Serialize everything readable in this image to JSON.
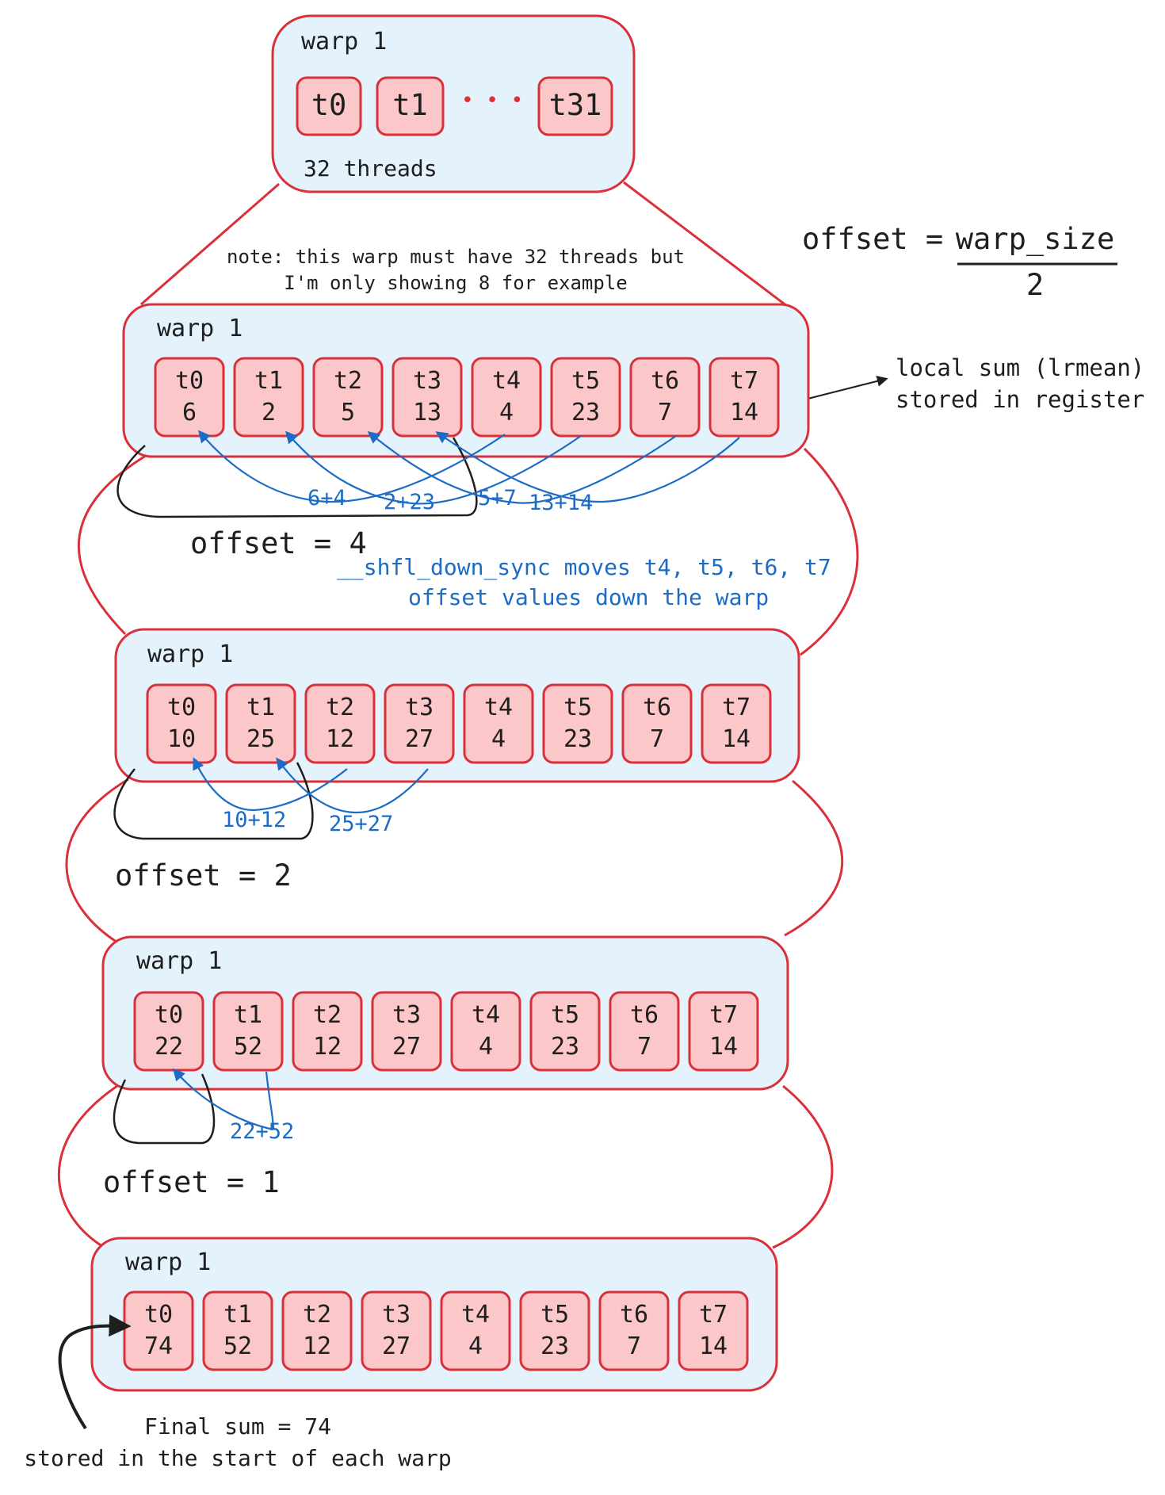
{
  "colors": {
    "red": "#d9303a",
    "box_fill": "#e3f2fb",
    "cell_fill": "#fbc7c8",
    "blue": "#1c6cc6",
    "black": "#1e1e1e"
  },
  "top_warp": {
    "title": "warp 1",
    "threads": [
      "t0",
      "t1",
      "t31"
    ],
    "ellipsis": "• • •",
    "caption": "32 threads"
  },
  "note": {
    "line1": "note: this warp must have 32 threads but",
    "line2": "I'm only showing 8 for example"
  },
  "formula": {
    "lhs": "offset =",
    "numerator": "warp_size",
    "denominator": "2"
  },
  "register_note": {
    "line1": "local sum (lrmean)",
    "line2": "stored in register"
  },
  "warps": [
    {
      "title": "warp 1",
      "cells": [
        {
          "name": "t0",
          "value": "6"
        },
        {
          "name": "t1",
          "value": "2"
        },
        {
          "name": "t2",
          "value": "5"
        },
        {
          "name": "t3",
          "value": "13"
        },
        {
          "name": "t4",
          "value": "4"
        },
        {
          "name": "t5",
          "value": "23"
        },
        {
          "name": "t6",
          "value": "7"
        },
        {
          "name": "t7",
          "value": "14"
        }
      ]
    },
    {
      "title": "warp 1",
      "cells": [
        {
          "name": "t0",
          "value": "10"
        },
        {
          "name": "t1",
          "value": "25"
        },
        {
          "name": "t2",
          "value": "12"
        },
        {
          "name": "t3",
          "value": "27"
        },
        {
          "name": "t4",
          "value": "4"
        },
        {
          "name": "t5",
          "value": "23"
        },
        {
          "name": "t6",
          "value": "7"
        },
        {
          "name": "t7",
          "value": "14"
        }
      ]
    },
    {
      "title": "warp 1",
      "cells": [
        {
          "name": "t0",
          "value": "22"
        },
        {
          "name": "t1",
          "value": "52"
        },
        {
          "name": "t2",
          "value": "12"
        },
        {
          "name": "t3",
          "value": "27"
        },
        {
          "name": "t4",
          "value": "4"
        },
        {
          "name": "t5",
          "value": "23"
        },
        {
          "name": "t6",
          "value": "7"
        },
        {
          "name": "t7",
          "value": "14"
        }
      ]
    },
    {
      "title": "warp 1",
      "cells": [
        {
          "name": "t0",
          "value": "74"
        },
        {
          "name": "t1",
          "value": "52"
        },
        {
          "name": "t2",
          "value": "12"
        },
        {
          "name": "t3",
          "value": "27"
        },
        {
          "name": "t4",
          "value": "4"
        },
        {
          "name": "t5",
          "value": "23"
        },
        {
          "name": "t6",
          "value": "7"
        },
        {
          "name": "t7",
          "value": "14"
        }
      ]
    }
  ],
  "stage1": {
    "sums": [
      "6+4",
      "2+23",
      "5+7",
      "13+14"
    ],
    "offset_label": "offset = 4",
    "shfl_line1": "__shfl_down_sync moves t4, t5, t6, t7",
    "shfl_line2": "offset values down the warp"
  },
  "stage2": {
    "sums": [
      "10+12",
      "25+27"
    ],
    "offset_label": "offset = 2"
  },
  "stage3": {
    "sums": [
      "22+52"
    ],
    "offset_label": "offset = 1"
  },
  "final": {
    "line1": "Final sum = 74",
    "line2": "stored in the start of each warp"
  }
}
